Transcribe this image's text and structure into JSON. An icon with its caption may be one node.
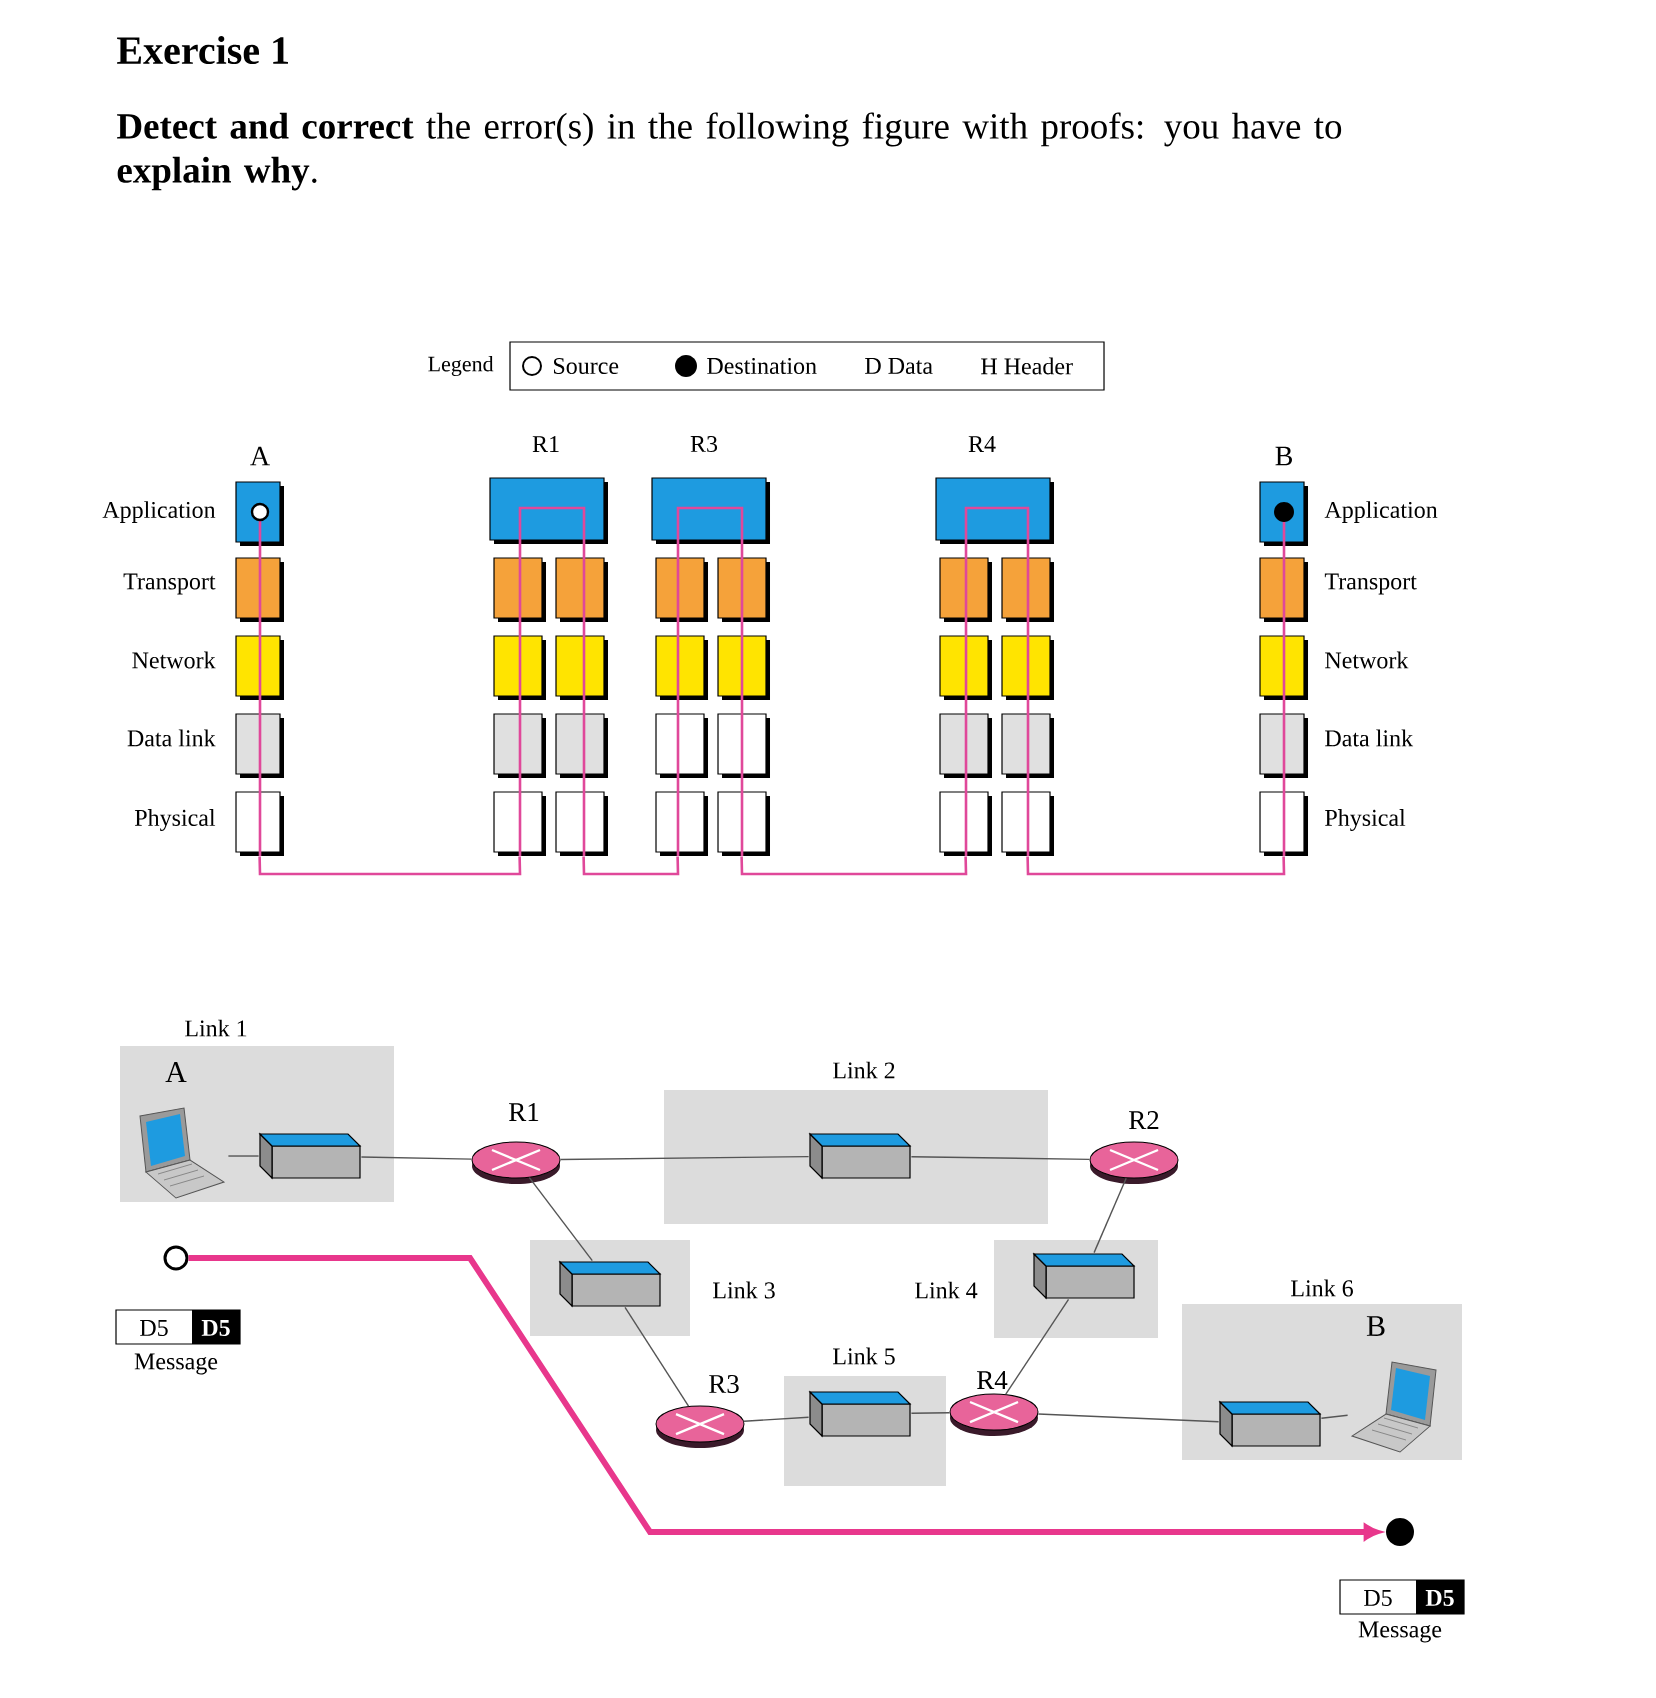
{
  "diagram": {
    "title": "Exercise 1",
    "nodes": [
      {
        "text": [
          "Link 1"
        ]
      },
      {
        "text": [
          "A"
        ],
        "in": 0
      },
      {
        "text": [],
        "shape": "box",
        "in": 0
      },
      {
        "text": [
          "R1"
        ]
      },
      {
        "text": [
          "Link 2"
        ]
      },
      {
        "text": [],
        "shape": "box",
        "in": 4
      },
      {
        "text": [
          "R2"
        ]
      },
      {
        "text": [],
        "shape": "circle"
      },
      {
        "text": [
          "Link 3"
        ]
      },
      {
        "text": [],
        "shape": "box",
        "in": 8
      },
      {
        "text": [
          "Link 4"
        ]
      },
      {
        "text": [],
        "shape": "box",
        "in": 10
      },
      {
        "text": [
          "D5",
          "D5"
        ],
        "beside": [
          "Message"
        ]
      },
      {
        "text": [
          "Link 6"
        ]
      },
      {
        "text": [],
        "shape": "box",
        "in": 13
      },
      {
        "text": [
          "B"
        ],
        "in": 13
      },
      {
        "text": [
          "Link 5"
        ]
      },
      {
        "text": [],
        "shape": "box",
        "in": 16
      },
      {
        "text": [
          "R3"
        ]
      },
      {
        "text": [
          "R4"
        ]
      },
      {
        "text": [],
        "shape": "circle"
      },
      {
        "text": [
          "D5",
          "D5"
        ],
        "beside": [
          "Message"
        ]
      },
      {
        "text": [
          "A"
        ]
      },
      {
        "text": [
          "R1"
        ]
      },
      {
        "text": [
          "R3"
        ]
      },
      {
        "text": [
          "R4"
        ]
      },
      {
        "text": [
          "B"
        ]
      }
    ],
    "edges": [
      {
        "from": 1,
        "to": 2,
        "arrow": "none"
      },
      {
        "from": 2,
        "to": 3,
        "arrow": "none"
      },
      {
        "from": 3,
        "to": 5,
        "arrow": "none"
      },
      {
        "from": 5,
        "to": 6,
        "arrow": "none"
      },
      {
        "from": 3,
        "to": 9,
        "arrow": "none"
      },
      {
        "from": 9,
        "to": 18,
        "arrow": "none"
      },
      {
        "from": 6,
        "to": 11,
        "arrow": "none"
      },
      {
        "from": 11,
        "to": 19,
        "arrow": "none"
      },
      {
        "from": 18,
        "to": 17,
        "arrow": "none"
      },
      {
        "from": 17,
        "to": 19,
        "arrow": "none"
      },
      {
        "from": 19,
        "to": 14,
        "arrow": "none"
      },
      {
        "from": 14,
        "to": 15,
        "arrow": "none"
      },
      {
        "from": 7,
        "to": 20,
        "arrow": "to",
        "style": "thick",
        "color": "#e8378c"
      },
      {
        "from": 22,
        "to": 23,
        "arrow": "none",
        "color": "#e0489a"
      },
      {
        "from": 23,
        "to": 24,
        "arrow": "none",
        "color": "#e0489a"
      },
      {
        "from": 24,
        "to": 25,
        "arrow": "none",
        "color": "#e0489a"
      },
      {
        "from": 25,
        "to": 26,
        "arrow": "none",
        "color": "#e0489a"
      }
    ],
    "labels": [
      "**Detect and correct** the error(s) in the following figure with proofs: you have to **explain why**.",
      "Legend",
      "Application",
      "Application",
      "Transport",
      "Transport",
      "Network",
      "Network",
      "Data link",
      "Data link",
      "Physical",
      "Physical"
    ],
    "legend": [
      {
        "text": "Source"
      },
      {
        "text": "Destination"
      },
      {
        "text": "D Data"
      },
      {
        "text": "H Header"
      }
    ]
  }
}
